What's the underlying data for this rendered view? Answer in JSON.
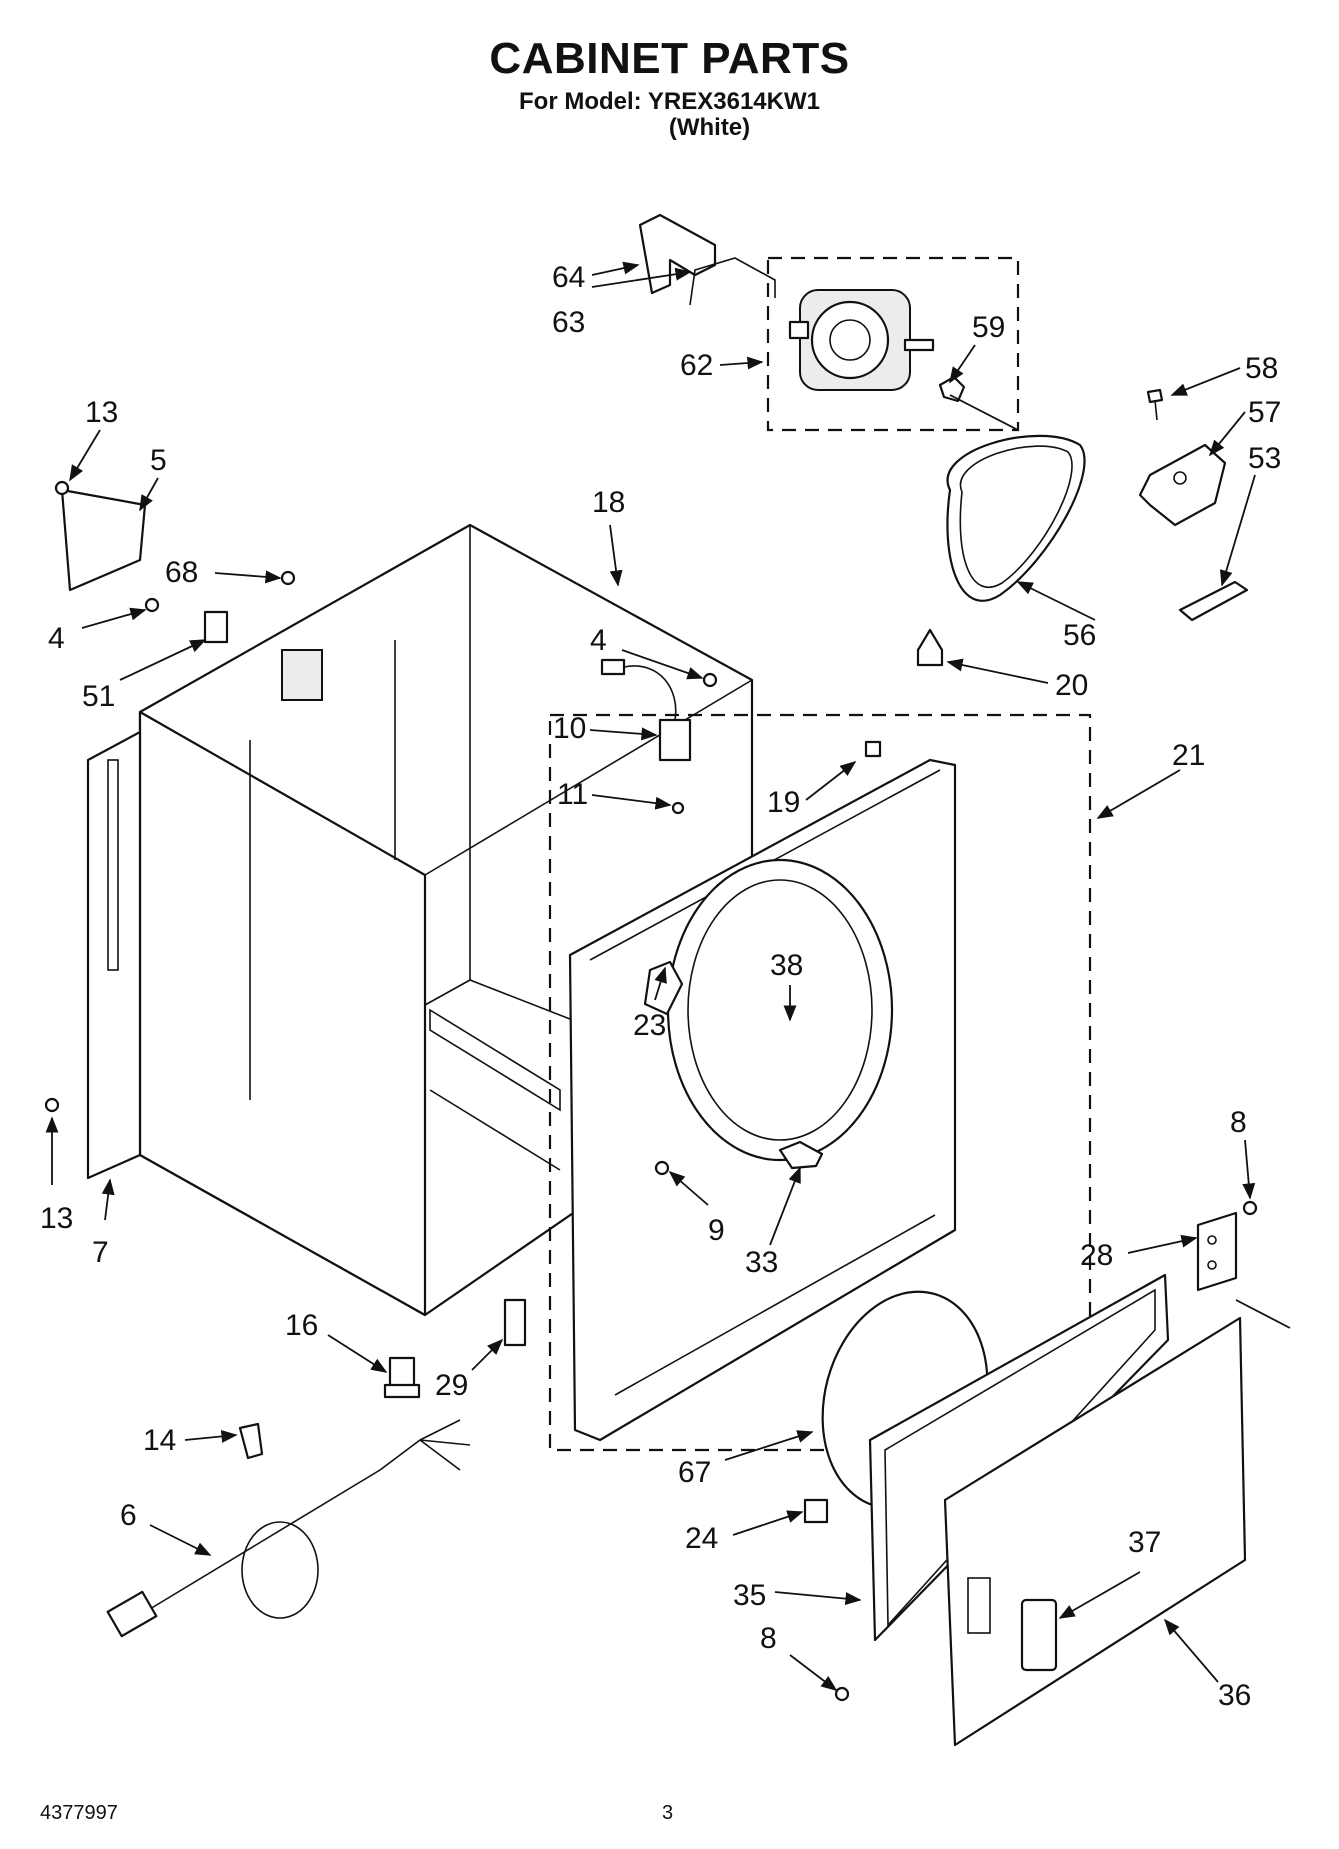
{
  "header": {
    "title": "CABINET PARTS",
    "model_line": "For Model: YREX3614KW1",
    "color_line": "(White)"
  },
  "footer": {
    "doc_number": "4377997",
    "page_number": "3"
  },
  "callouts": [
    "64",
    "63",
    "62",
    "59",
    "58",
    "57",
    "53",
    "56",
    "13",
    "5",
    "68",
    "4",
    "51",
    "18",
    "4",
    "10",
    "11",
    "20",
    "21",
    "19",
    "38",
    "23",
    "8",
    "28",
    "13",
    "7",
    "9",
    "33",
    "16",
    "29",
    "14",
    "6",
    "67",
    "24",
    "37",
    "35",
    "8",
    "36"
  ]
}
